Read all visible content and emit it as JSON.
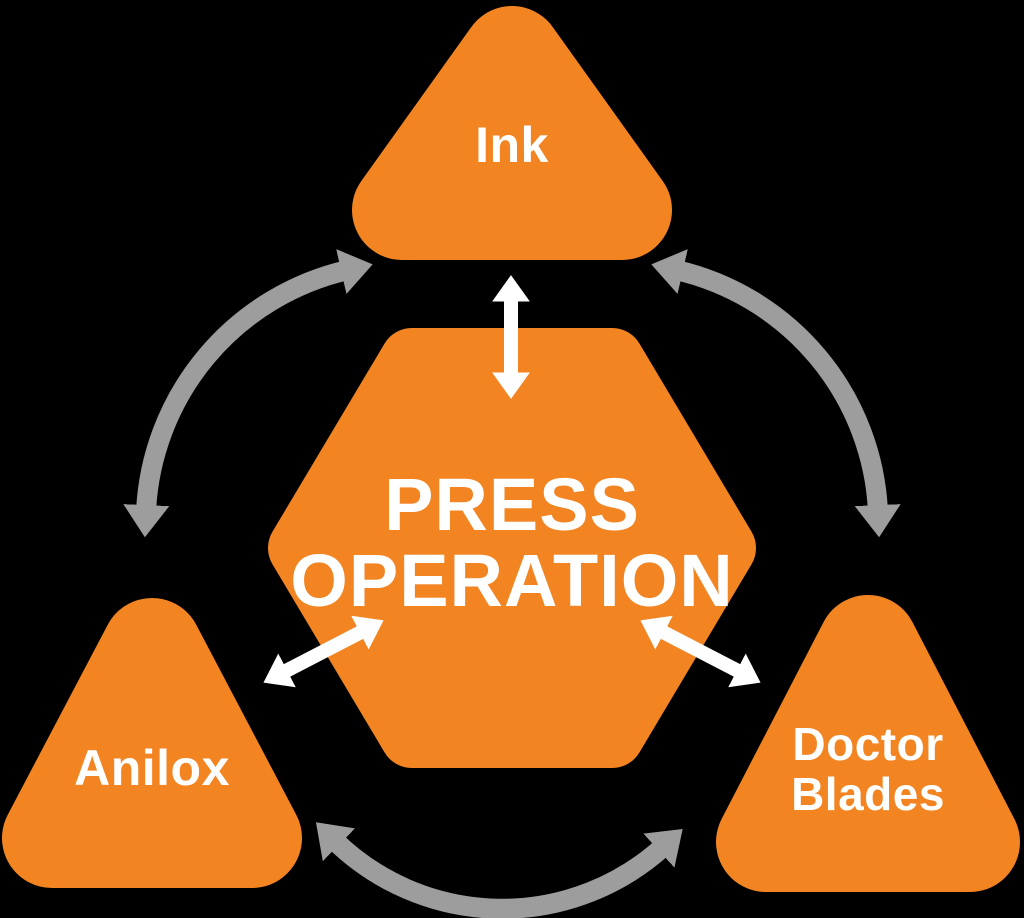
{
  "diagram": {
    "center_node": {
      "line1": "PRESS",
      "line2": "OPERATION"
    },
    "nodes": {
      "ink": {
        "label": "Ink"
      },
      "anilox": {
        "label": "Anilox"
      },
      "doctor_blades": {
        "line1": "Doctor",
        "line2": "Blades"
      }
    },
    "colors": {
      "orange": "#F28422",
      "gray": "#9D9D9D",
      "white": "#FFFFFF",
      "background": "#000000"
    }
  }
}
